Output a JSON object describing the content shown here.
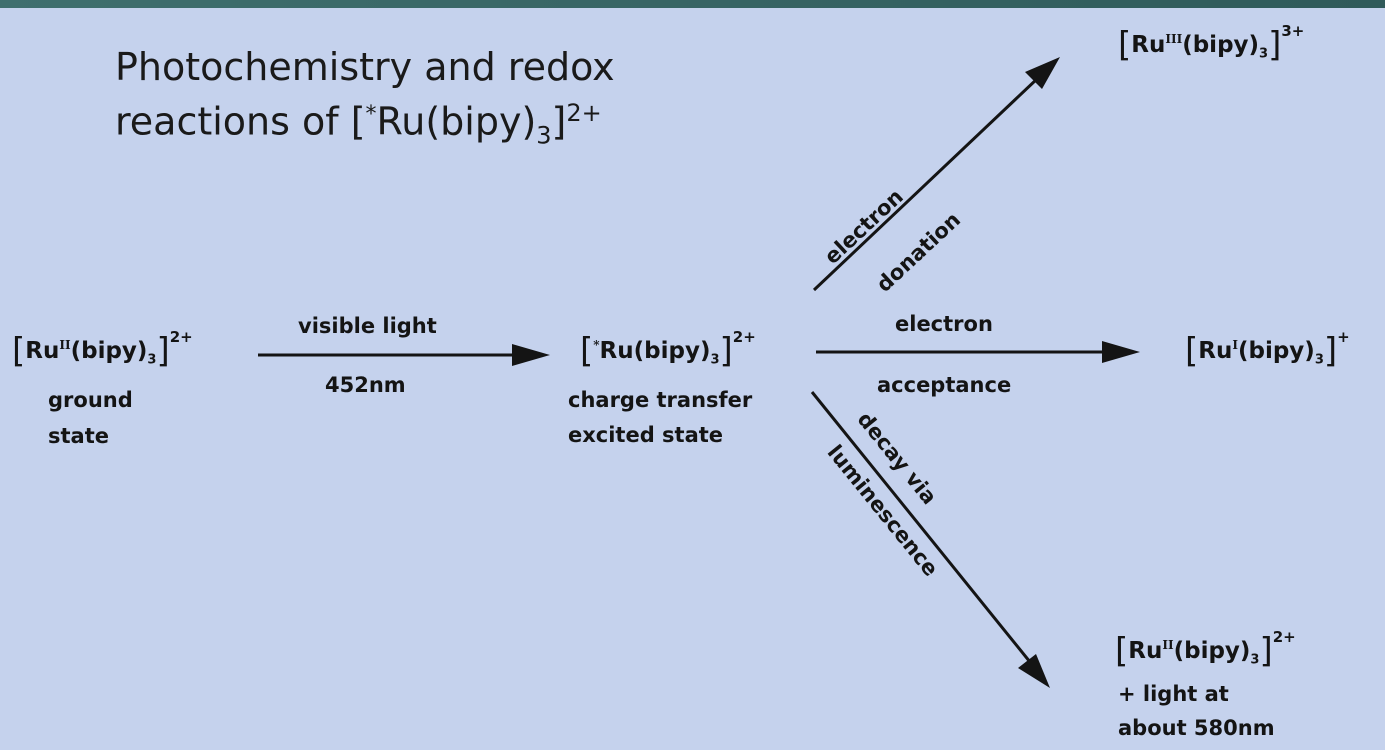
{
  "title": {
    "line1": "Photochemistry and redox",
    "line2_prefix": "reactions of [",
    "line2_star": "*",
    "line2_core": "Ru(bipy)",
    "line2_sub": "3",
    "line2_close": "]",
    "line2_charge": "2+"
  },
  "species": {
    "ground": {
      "metal": "Ru",
      "oxidation": "II",
      "ligand": "(bipy)",
      "sub": "3",
      "charge": "2+",
      "caption1": "ground",
      "caption2": "state"
    },
    "excited": {
      "star": "*",
      "metal": "Ru",
      "ligand": "(bipy)",
      "sub": "3",
      "charge": "2+",
      "caption1": "charge transfer",
      "caption2": "excited state"
    },
    "oxidized": {
      "metal": "Ru",
      "oxidation": "III",
      "ligand": "(bipy)",
      "sub": "3",
      "charge": "3+"
    },
    "reduced": {
      "metal": "Ru",
      "oxidation": "I",
      "ligand": "(bipy)",
      "sub": "3",
      "charge": "+"
    },
    "luminescent": {
      "metal": "Ru",
      "oxidation": "II",
      "ligand": "(bipy)",
      "sub": "3",
      "charge": "2+",
      "caption1": "+ light at",
      "caption2": "about 580nm"
    }
  },
  "arrows": {
    "excitation": {
      "above": "visible light",
      "below": "452nm"
    },
    "donation": {
      "line1": "electron",
      "line2": "donation"
    },
    "acceptance": {
      "above": "electron",
      "below": "acceptance"
    },
    "decay": {
      "line1": "decay via",
      "line2": "luminescence"
    }
  },
  "colors": {
    "background": "#c5d2ed",
    "topbar": "#3f6f6e",
    "ink": "#141414"
  }
}
